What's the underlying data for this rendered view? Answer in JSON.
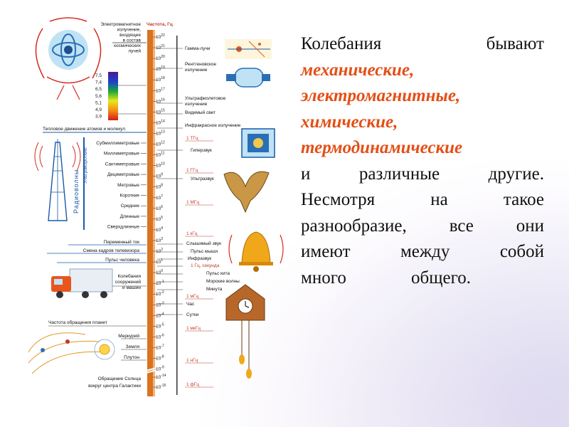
{
  "scale": {
    "header": "Частота, Гц",
    "exponents": [
      "22",
      "21",
      "20",
      "19",
      "18",
      "17",
      "16",
      "15",
      "14",
      "13",
      "12",
      "11",
      "10",
      "9",
      "8",
      "7",
      "6",
      "5",
      "4",
      "3",
      "2",
      "1",
      "0",
      "-1",
      "-2",
      "-3",
      "-4",
      "-5",
      "-6",
      "-7",
      "-8",
      "-9",
      "-14",
      "-15"
    ]
  },
  "left_labels": {
    "cosmic": [
      "Электромагнитное",
      "излучение,",
      "входящее",
      "в состав",
      "космических",
      "лучей"
    ],
    "thermal": "Тепловое движение атомов и молекул",
    "radio_bands": [
      "Субмиллиметровые",
      "Миллиметровые",
      "Сантиметровые",
      "Дециметровые",
      "Метровые",
      "Короткие",
      "Средние",
      "Длинные",
      "Сверхдлинные"
    ],
    "radio_waves": "Радиоволны",
    "ultrashort": "Ультракороткие",
    "ac_current": "Переменный ток",
    "tv_frame": "Смена кадров телевизора",
    "human_pulse": "Пульс человека",
    "vibrations": [
      "Колебания",
      "сооружений",
      "и машин"
    ],
    "planets_title": "Частота обращения планет",
    "planets": [
      "Меркурий",
      "Земля",
      "Плутон"
    ],
    "sun_orbit": [
      "Обращение Солнца",
      "вокруг центра Галактики"
    ],
    "spectrum_numbers": [
      "7,5",
      "7,4",
      "6,5",
      "5,6",
      "5,1",
      "4,9",
      "3,9"
    ]
  },
  "right_labels": {
    "gamma": "Гамма-лучи",
    "xray": [
      "Рентгеновское",
      "излучение"
    ],
    "uv": [
      "Ультрафиолетовое",
      "излучение"
    ],
    "visible": "Видимый свет",
    "infrared": "Инфракрасное излучение",
    "hypersound": "Гиперзвук",
    "ultrasound": "Ультразвук",
    "audible": "Слышимый звук",
    "mouse_pulse": "Пульс мыши",
    "infrasound": "Инфразвук",
    "one_hz": "1 Гц, секунда",
    "whale_pulse": "Пульс кита",
    "sea_waves": "Морские волны",
    "minute": "Минута",
    "hour": "Час",
    "day": "Сутки",
    "units": [
      "1 ТГц",
      "1 ГГц",
      "1 МГц",
      "1 кГц",
      "1 мГц",
      "1 мкГц",
      "1 нГц",
      "1 фГц"
    ]
  },
  "paragraph": {
    "line1": [
      "Колебания",
      "бывают"
    ],
    "types": [
      "механические,",
      "электромагнитные,",
      "химические,",
      "термодинамические"
    ],
    "line6": [
      "и",
      "различные",
      "другие."
    ],
    "line7": [
      "Несмотря",
      "на",
      "такое"
    ],
    "line8": [
      "разнообразие,",
      "все",
      "они"
    ],
    "line9": [
      "имеют",
      "между",
      "собой"
    ],
    "line10": [
      "много",
      "общего."
    ]
  },
  "colors": {
    "scale_bar": "#d9731f",
    "highlight": "#e34f16",
    "header": "#c0392b",
    "radio_blue": "#1a5aa8"
  }
}
